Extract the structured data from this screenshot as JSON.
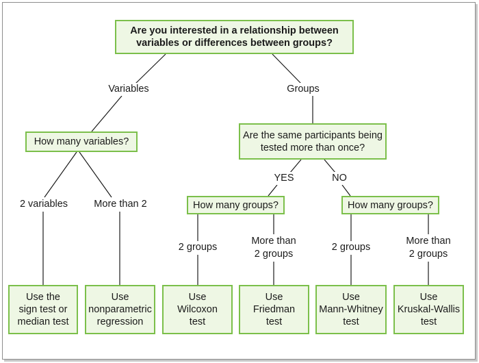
{
  "root_question": "Are you interested in a relationship between variables or differences between groups?",
  "branch_variables": "Variables",
  "branch_groups": "Groups",
  "q_how_many_variables": "How many variables?",
  "q_same_participants": "Are the same participants being tested more than once?",
  "branch_yes": "YES",
  "branch_no": "NO",
  "q_how_many_groups_yes": "How many groups?",
  "q_how_many_groups_no": "How many groups?",
  "branch_2_variables": "2 variables",
  "branch_more_than_2": "More than 2",
  "branch_2_groups_yes": "2 groups",
  "branch_more_than_2_groups_yes": "More than\n2 groups",
  "branch_2_groups_no": "2 groups",
  "branch_more_than_2_groups_no": "More than\n2 groups",
  "test_sign_median": "Use the\nsign test or\nmedian test",
  "test_nonparametric_regression": "Use\nnonparametric\nregression",
  "test_wilcoxon": "Use\nWilcoxon\ntest",
  "test_friedman": "Use\nFriedman\ntest",
  "test_mann_whitney": "Use\nMann-Whitney\ntest",
  "test_kruskal_wallis": "Use\nKruskal-Wallis\ntest",
  "colors": {
    "box_fill": "#eef7e4",
    "box_border": "#7bbf4a",
    "line": "#1a1a1a"
  }
}
